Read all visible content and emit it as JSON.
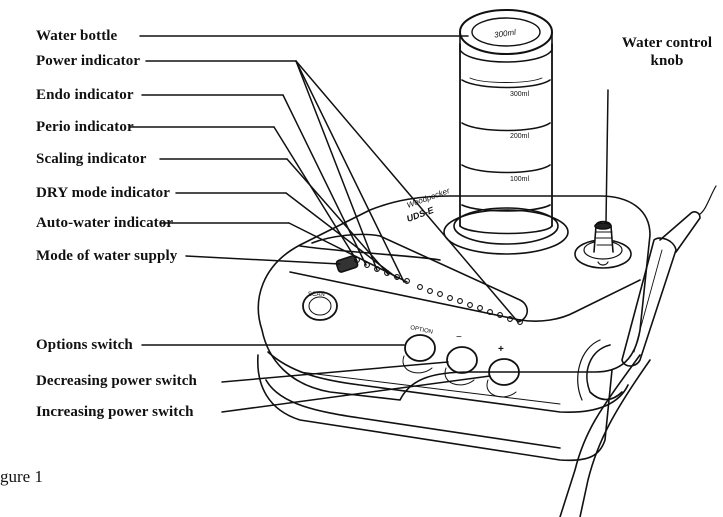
{
  "labels": {
    "water_bottle": "Water bottle",
    "power_indicator": "Power indicator",
    "endo_indicator": "Endo indicator",
    "perio_indicator": "Perio indicator",
    "scaling_indicator": "Scaling indicator",
    "dry_mode_indicator": "DRY mode indicator",
    "auto_water_indicator": "Auto-water indicator",
    "mode_of_water_supply": "Mode of water supply",
    "water_control_knob_line1": "Water control",
    "water_control_knob_line2": "knob",
    "options_switch": "Options  switch",
    "decreasing_power_switch": "Decreasing power switch",
    "increasing_power_switch": "Increasing power switch"
  },
  "caption": "gure 1",
  "bottle_marks": {
    "cap": "300ml",
    "mark_top": "300ml",
    "mark_mid": "200ml",
    "mark_low": "100ml"
  },
  "device_marks": {
    "brand": "Woodpecker",
    "model": "UDS-E",
    "options_label": "OPTION",
    "minus_label": "−",
    "plus_label": "+",
    "button_label": "SCAN"
  }
}
